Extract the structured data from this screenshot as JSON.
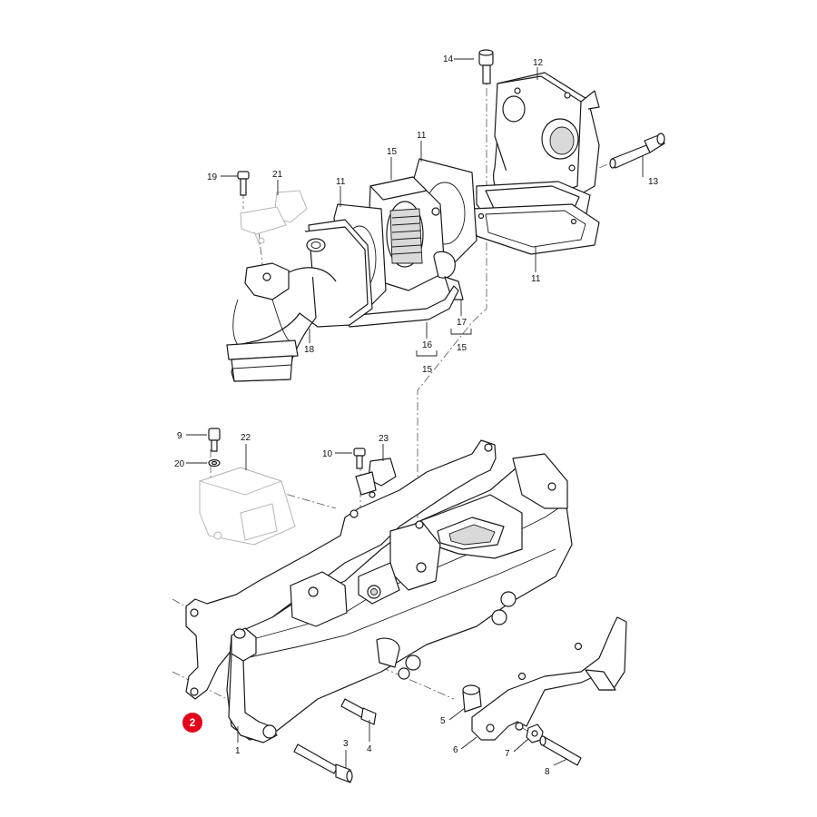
{
  "callouts": {
    "c1": "1",
    "c2": "2",
    "c3": "3",
    "c4": "4",
    "c5": "5",
    "c6": "6",
    "c7": "7",
    "c8": "8",
    "c9": "9",
    "c10": "10",
    "c11a": "11",
    "c11b": "11",
    "c11c": "11",
    "c12": "12",
    "c13": "13",
    "c14": "14",
    "c15a": "15",
    "c15b": "15",
    "c15c": "15",
    "c16": "16",
    "c17": "17",
    "c18": "18",
    "c19": "19",
    "c20": "20",
    "c21": "21",
    "c22": "22",
    "c23": "23"
  },
  "highlight": {
    "label": "2",
    "color": "#e3001b"
  }
}
